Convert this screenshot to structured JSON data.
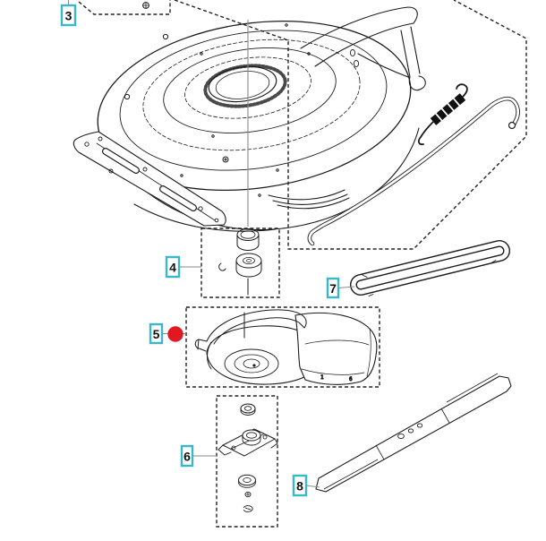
{
  "diagram": {
    "type": "exploded-parts-diagram",
    "subject": "walk-behind mower cutting deck assembly",
    "background_color": "#ffffff",
    "line_color": "#1c1c1c",
    "dashed_frame_color": "#222222",
    "leader_line_color": "#8a8a8a",
    "callout_box_border_color": "#3ab7c9",
    "callout_box_fill_color": "#ffffff",
    "callout_text_color": "#101010",
    "selected_marker_color": "#e11822",
    "selected_part_number": "5",
    "callouts": [
      {
        "number": "3"
      },
      {
        "number": "4"
      },
      {
        "number": "5"
      },
      {
        "number": "6"
      },
      {
        "number": "7"
      },
      {
        "number": "8"
      }
    ],
    "part_mold_marks": [
      "1",
      "6"
    ]
  }
}
